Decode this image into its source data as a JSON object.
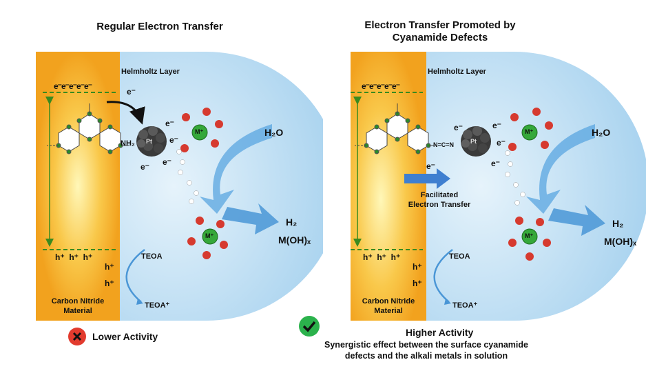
{
  "panels": [
    {
      "title": "Regular Electron Transfer",
      "helmholtz_label": "Helmholtz Layer",
      "electrons_top": "e⁻e⁻e⁻e⁻e⁻",
      "electron": "e⁻",
      "nh2_label": "NH₂",
      "pt_label": "Pt",
      "metal_label": "M⁺",
      "h2o_label": "H₂O",
      "h2_label": "H₂",
      "moh_label": "M(OH)ₓ",
      "holes": "h⁺  h⁺  h⁺",
      "hole": "h⁺",
      "teoa": "TEOA",
      "teoa_plus": "TEOA⁺",
      "material": "Carbon Nitride\nMaterial",
      "activity": "Lower Activity",
      "activity_icon": "x-icon",
      "activity_color": "#e23b2e"
    },
    {
      "title": "Electron Transfer Promoted by Cyanamide Defects",
      "helmholtz_label": "Helmholtz Layer",
      "electrons_top": "e⁻e⁻e⁻e⁻e⁻",
      "electron": "e⁻",
      "cyanamide_label": "N=C=N",
      "pt_label": "Pt",
      "metal_label": "M⁺",
      "h2o_label": "H₂O",
      "h2_label": "H₂",
      "moh_label": "M(OH)ₓ",
      "facilitated": "Facilitated\nElectron Transfer",
      "holes": "h⁺  h⁺  h⁺",
      "hole": "h⁺",
      "teoa": "TEOA",
      "teoa_plus": "TEOA⁺",
      "material": "Carbon Nitride\nMaterial",
      "activity": "Higher Activity",
      "activity_sub": "Synergistic effect between the surface cyanamide\ndefects and the alkali metals in solution",
      "activity_icon": "check-icon",
      "activity_color": "#2bb24c"
    }
  ],
  "colors": {
    "material_orange": "#f2a21e",
    "material_glow": "#fff2a8",
    "helmholtz_blue": "#bfe0f5",
    "arrow_blue": "#5aa6e0",
    "band_green": "#3a8a1f",
    "metal_green": "#2e9b32",
    "water_red": "#d63a2f"
  }
}
